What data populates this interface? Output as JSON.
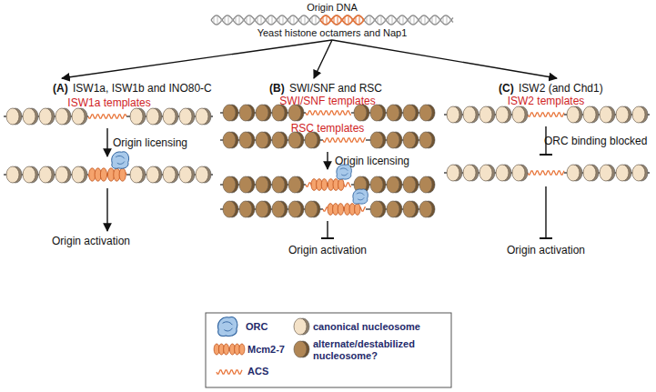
{
  "diagram": {
    "labels": [
      "Origin DNA",
      "Yeast histone octamers and Nap1",
      "(A)",
      "ISW1a, ISW1b and INO80-C",
      "ISW1a templates",
      "Origin licensing",
      "Origin activation",
      "(B)",
      "SWI/SNF and RSC",
      "SWI/SNF templates",
      "RSC templates",
      "Origin licensing",
      "Origin activation",
      "(C)",
      "ISW2 (and Chd1)",
      "ISW2 templates",
      "ORC binding blocked",
      "Origin activation"
    ],
    "legend": [
      {
        "text": "ORC"
      },
      {
        "text": "canonical nucleosome"
      },
      {
        "text": "Mcm2-7"
      },
      {
        "text": "alternate/destabilized nucleosome?"
      },
      {
        "text": "ACS"
      }
    ]
  }
}
